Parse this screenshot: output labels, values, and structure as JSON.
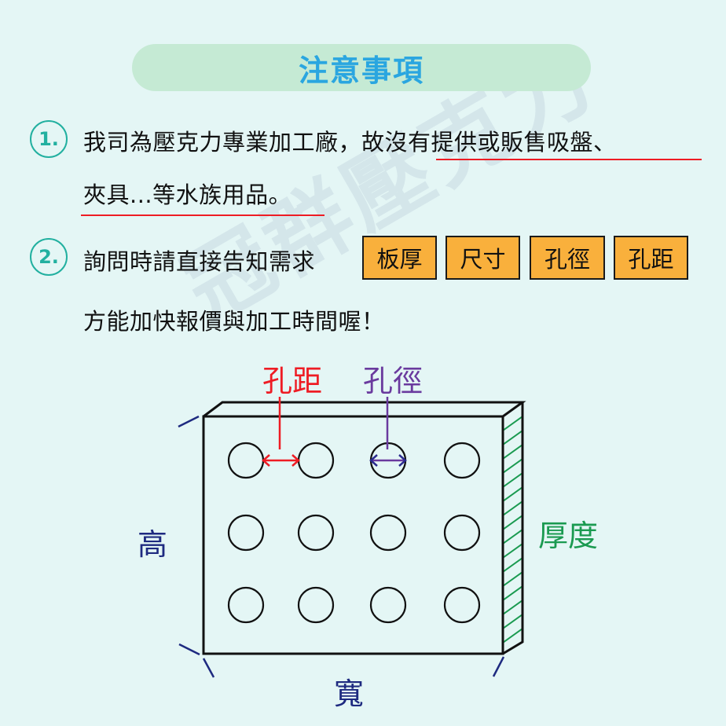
{
  "title": "注意事項",
  "watermark": "冠群壓克力",
  "items": [
    {
      "number": "1.",
      "lines": [
        "我司為壓克力專業加工廠，故沒有提供或販售吸盤、",
        "夾具...等水族用品。"
      ]
    },
    {
      "number": "2.",
      "lines": [
        "詢問時請直接告知需求",
        "方能加快報價與加工時間喔！"
      ],
      "tags": [
        "板厚",
        "尺寸",
        "孔徑",
        "孔距"
      ]
    }
  ],
  "diagram": {
    "labels": {
      "hole_spacing": "孔距",
      "hole_diameter": "孔徑",
      "height": "高",
      "width": "寬",
      "thickness": "厚度"
    },
    "holes": {
      "rows": 3,
      "cols": 4
    }
  },
  "colors": {
    "background": "#e4f6f5",
    "title_pill": "#c5ead4",
    "title_text": "#2aa6e0",
    "number_circle": "#22b0a0",
    "underline": "#ee1c24",
    "tag_fill": "#f9b03c",
    "hole_spacing": "#ee1c24",
    "hole_diameter": "#6a3a9e",
    "dimension": "#1e2a80",
    "thickness": "#1a9a50"
  }
}
